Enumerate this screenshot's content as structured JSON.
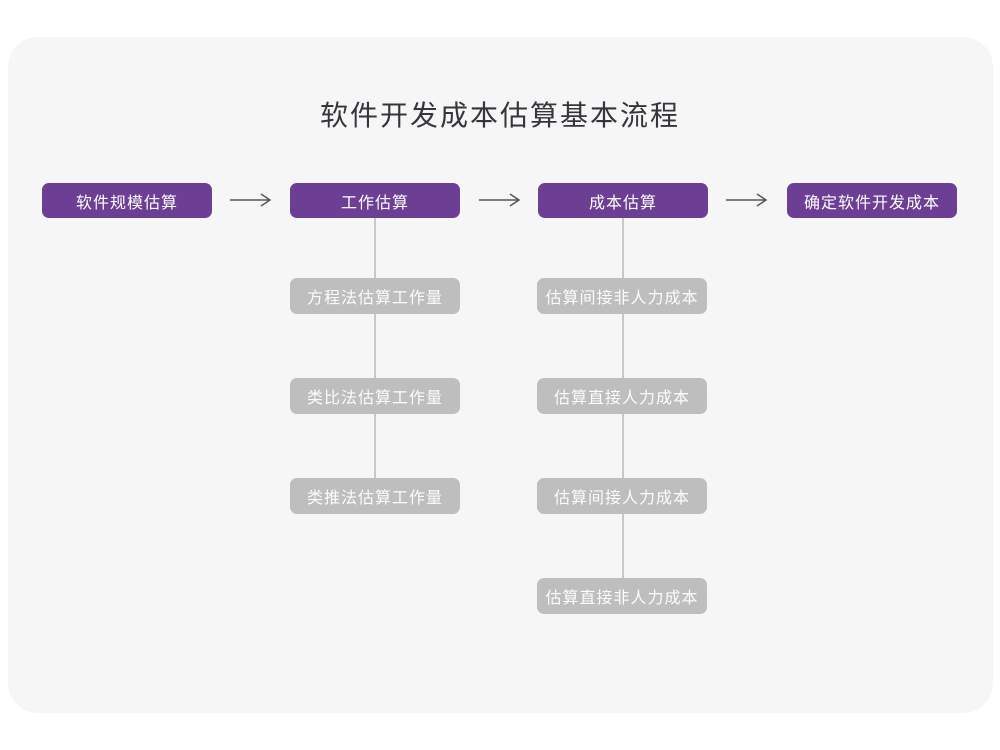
{
  "title": "软件开发成本估算基本流程",
  "flow": {
    "steps": [
      {
        "label": "软件规模估算"
      },
      {
        "label": "工作估算"
      },
      {
        "label": "成本估算"
      },
      {
        "label": "确定软件开发成本"
      }
    ]
  },
  "work_estimation_methods": [
    {
      "label": "方程法估算工作量"
    },
    {
      "label": "类比法估算工作量"
    },
    {
      "label": "类推法估算工作量"
    }
  ],
  "cost_estimation_items": [
    {
      "label": "估算间接非人力成本"
    },
    {
      "label": "估算直接人力成本"
    },
    {
      "label": "估算间接人力成本"
    },
    {
      "label": "估算直接非人力成本"
    }
  ],
  "colors": {
    "step_box": "#6c3e94",
    "sub_box": "#bebebe",
    "canvas_card": "#f6f6f7",
    "page_background": "#ffffff",
    "title_text": "#35363b",
    "arrow_stroke": "#55565a",
    "connector_line": "#c9c9c9"
  }
}
